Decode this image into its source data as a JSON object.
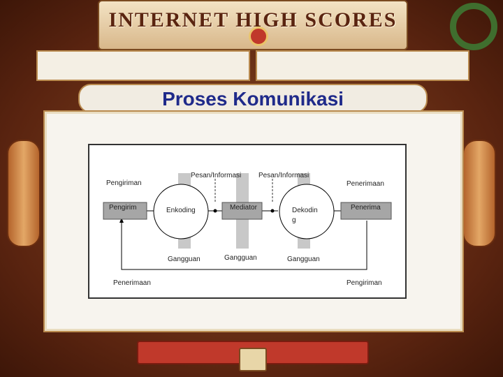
{
  "decor": {
    "banner_text": "INTERNET HIGH SCORES"
  },
  "slide": {
    "title": "Proses Komunikasi"
  },
  "diagram": {
    "pengiriman_top": "Pengiriman",
    "pesan_1": "Pesan/Informasi",
    "pesan_2": "Pesan/Informasi",
    "penerimaan_top": "Penerimaan",
    "pengirim": "Pengirim",
    "enkoding": "Enkoding",
    "mediator": "Mediator",
    "dekoding_line1": "Dekodin",
    "dekoding_line2": "g",
    "penerima": "Penerima",
    "gangguan_1": "Gangguan",
    "gangguan_2": "Gangguan",
    "gangguan_3": "Gangguan",
    "penerimaan_bottom": "Penerimaan",
    "pengiriman_bottom": "Pengiriman"
  },
  "colors": {
    "title": "#1f2a8a",
    "box_fill": "#a6a6a6",
    "pillar": "#c8c8c8"
  }
}
